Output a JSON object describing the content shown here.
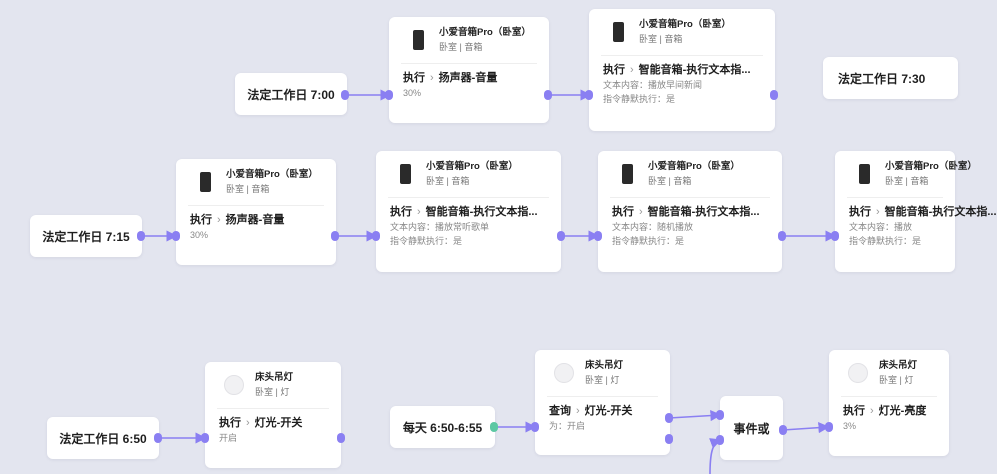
{
  "colors": {
    "canvas": "#e3e5ef",
    "card": "#ffffff",
    "wire": "#8a7ff2",
    "port_green": "#5cc8a3"
  },
  "triggers": [
    {
      "label": "法定工作日 7:00"
    },
    {
      "label": "法定工作日 7:30"
    },
    {
      "label": "法定工作日 7:15"
    },
    {
      "label": "法定工作日 6:50"
    },
    {
      "label": "每天 6:50-6:55"
    },
    {
      "label": "事件或"
    }
  ],
  "nodes": [
    {
      "icon": "speaker-icon",
      "device": "小爱音箱Pro（卧室）",
      "room": "卧室 | 音箱",
      "verb": "执行",
      "action": "扬声器-音量",
      "details": [
        "30%"
      ]
    },
    {
      "icon": "speaker-icon",
      "device": "小爱音箱Pro（卧室）",
      "room": "卧室 | 音箱",
      "verb": "执行",
      "action": "智能音箱-执行文本指...",
      "details": [
        "文本内容：播放早间新闻",
        "指令静默执行：是"
      ]
    },
    {
      "icon": "speaker-icon",
      "device": "小爱音箱Pro（卧室）",
      "room": "卧室 | 音箱",
      "verb": "执行",
      "action": "扬声器-音量",
      "details": [
        "30%"
      ]
    },
    {
      "icon": "speaker-icon",
      "device": "小爱音箱Pro（卧室）",
      "room": "卧室 | 音箱",
      "verb": "执行",
      "action": "智能音箱-执行文本指...",
      "details": [
        "文本内容：播放常听歌单",
        "指令静默执行：是"
      ]
    },
    {
      "icon": "speaker-icon",
      "device": "小爱音箱Pro（卧室）",
      "room": "卧室 | 音箱",
      "verb": "执行",
      "action": "智能音箱-执行文本指...",
      "details": [
        "文本内容：随机播放",
        "指令静默执行：是"
      ]
    },
    {
      "icon": "speaker-icon",
      "device": "小爱音箱Pro（卧室）",
      "room": "卧室 | 音箱",
      "verb": "执行",
      "action": "智能音箱-执行文本指...",
      "details": [
        "文本内容：播放",
        "指令静默执行：是"
      ]
    },
    {
      "icon": "lamp-icon",
      "device": "床头吊灯",
      "room": "卧室 | 灯",
      "verb": "执行",
      "action": "灯光-开关",
      "details": [
        "开启"
      ]
    },
    {
      "icon": "lamp-icon",
      "device": "床头吊灯",
      "room": "卧室 | 灯",
      "verb": "查询",
      "action": "灯光-开关",
      "details": [
        "为：开启"
      ]
    },
    {
      "icon": "lamp-icon",
      "device": "床头吊灯",
      "room": "卧室 | 灯",
      "verb": "执行",
      "action": "灯光-亮度",
      "details": [
        "3%"
      ]
    }
  ]
}
